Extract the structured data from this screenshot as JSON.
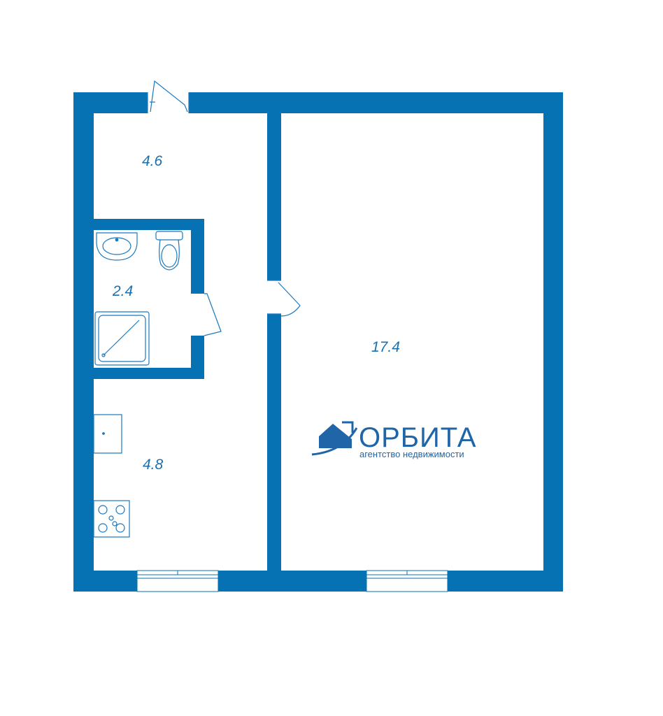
{
  "plan": {
    "colors": {
      "wall": "#0772b3",
      "label": "#1a6fae",
      "fixture": "#1a78bf"
    },
    "rooms": [
      {
        "id": "hall",
        "area": "4.6"
      },
      {
        "id": "bathroom",
        "area": "2.4"
      },
      {
        "id": "kitchen",
        "area": "4.8"
      },
      {
        "id": "living-room",
        "area": "17.4"
      }
    ]
  },
  "logo": {
    "name": "ОРБИТА",
    "tagline": "агентство недвижимости",
    "icon": "house-orbit-icon"
  }
}
